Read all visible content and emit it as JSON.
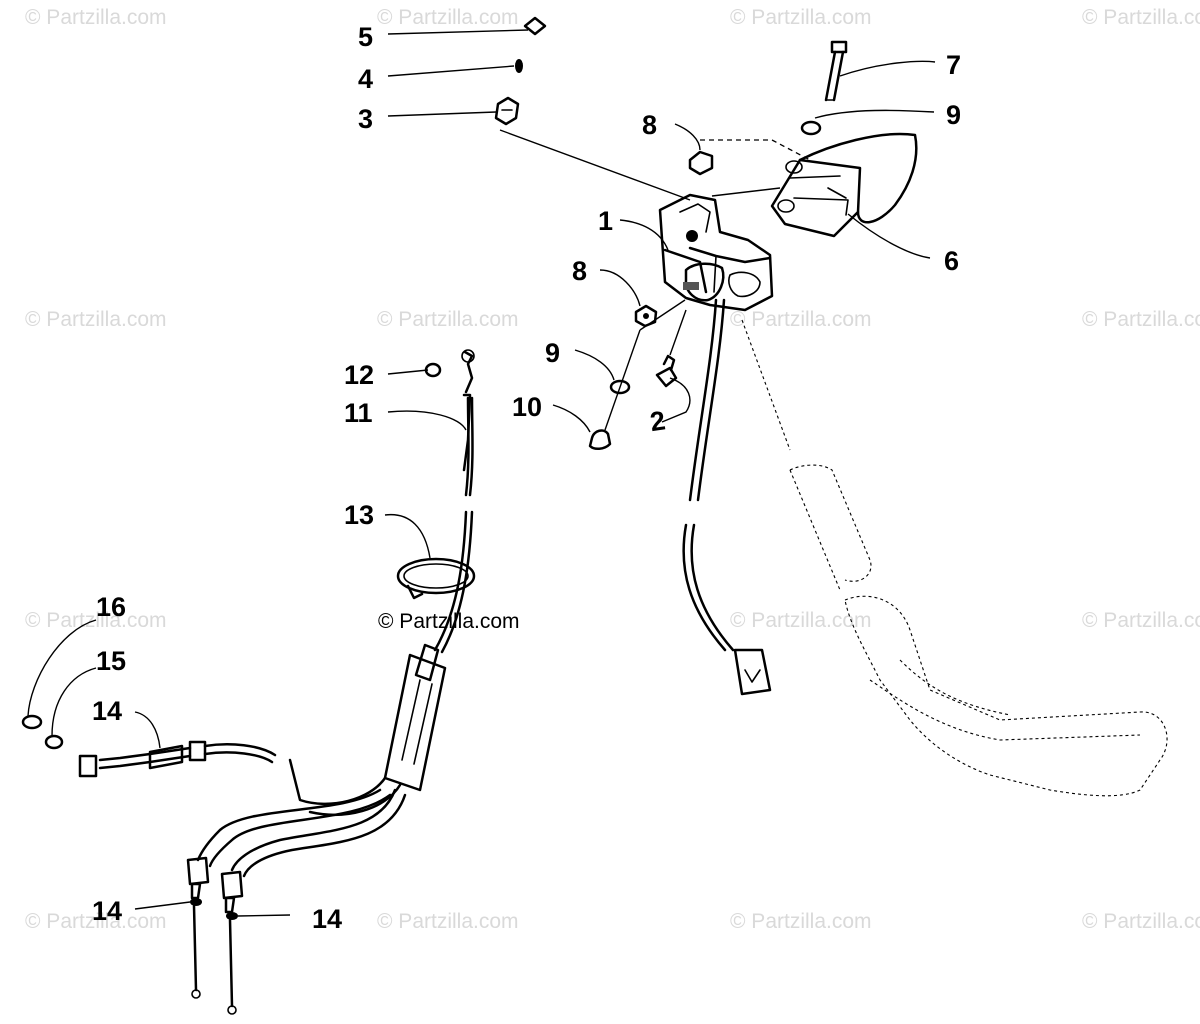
{
  "watermark": {
    "text": "© Partzilla.com",
    "center_text": "© Partzilla.com"
  },
  "callouts": {
    "c1": "1",
    "c2": "2",
    "c3": "3",
    "c4": "4",
    "c5": "5",
    "c6": "6",
    "c7": "7",
    "c8a": "8",
    "c8b": "8",
    "c9a": "9",
    "c9b": "9",
    "c10": "10",
    "c11": "11",
    "c12": "12",
    "c13": "13",
    "c14a": "14",
    "c14b": "14",
    "c14c": "14",
    "c15": "15",
    "c16": "16"
  },
  "colors": {
    "ink": "#000000",
    "watermark": "#d9d9d9",
    "background": "#ffffff"
  }
}
